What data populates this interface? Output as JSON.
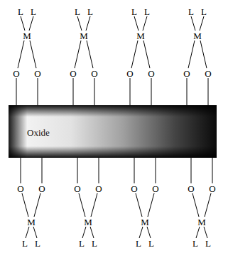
{
  "diagram": {
    "nodes": [
      {
        "text": [
          "Oxide"
        ]
      }
    ],
    "labels": [
      "L",
      "L",
      "L",
      "L",
      "L",
      "L",
      "L",
      "L",
      "M",
      "M",
      "M",
      "M",
      "O",
      "O",
      "O",
      "O",
      "O",
      "O",
      "O",
      "O",
      "O",
      "O",
      "O",
      "O",
      "O",
      "O",
      "O",
      "O",
      "M",
      "M",
      "M",
      "M",
      "L",
      "L",
      "L",
      "L",
      "L",
      "L",
      "L",
      "L"
    ]
  }
}
